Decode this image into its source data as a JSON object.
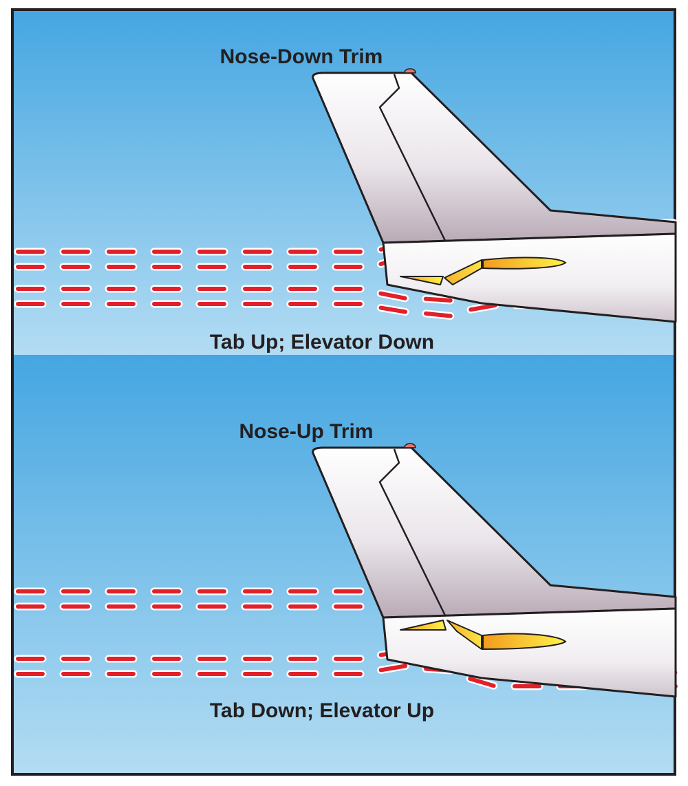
{
  "colors": {
    "sky_top": "#45a6e1",
    "sky_bottom": "#b3dcf3",
    "frame": "#231f20",
    "airflow_dash": "#e1202a",
    "airflow_halo": "#ffffff",
    "tail_light": "#ffffff",
    "tail_shade": "#b9aab6",
    "elevator_orange": "#f29b1d",
    "elevator_yellow": "#fff34a",
    "beacon": "#e8736b"
  },
  "panels": [
    {
      "id": "nose-down",
      "title": "Nose-Down Trim",
      "caption": "Tab Up; Elevator Down",
      "tab": "up",
      "elevator": "down",
      "icons": [
        "tail-fin-icon",
        "horizontal-stabilizer-icon",
        "elevator-icon",
        "trim-tab-icon",
        "airflow-lines-icon",
        "beacon-light-icon"
      ]
    },
    {
      "id": "nose-up",
      "title": "Nose-Up Trim",
      "caption": "Tab Down; Elevator Up",
      "tab": "down",
      "elevator": "up",
      "icons": [
        "tail-fin-icon",
        "horizontal-stabilizer-icon",
        "elevator-icon",
        "trim-tab-icon",
        "airflow-lines-icon",
        "beacon-light-icon"
      ]
    }
  ]
}
